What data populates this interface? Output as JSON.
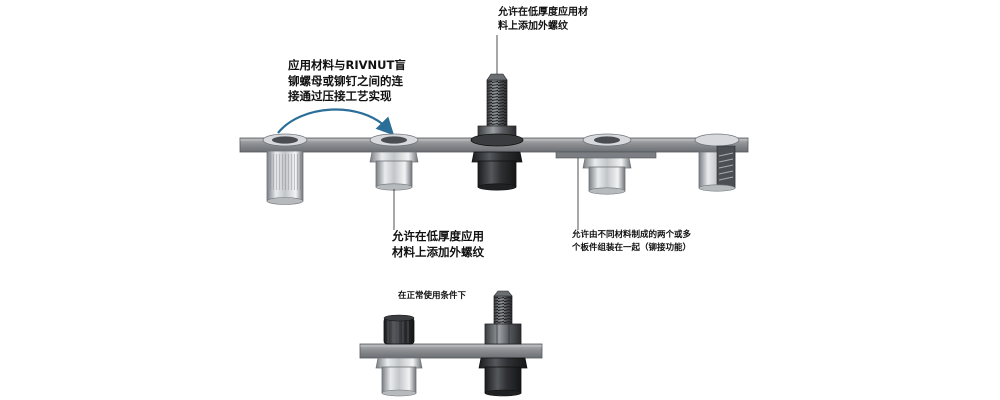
{
  "labels": {
    "top": "允许在低厚度应用材\n料上添加外螺纹",
    "arrow": "应用材料与RIVNUT盲\n铆螺母或铆钉之间的连\n接通过压接工艺实现",
    "mid": "允许在低厚度应用\n材料上添加外螺纹",
    "right": "允许由不同材料制成的两个或多\n个板件组装在一起（铆接功能）",
    "bottom": "在正常使用条件下"
  },
  "colors": {
    "plate": "#8c8e91",
    "plate_edge": "#55585c",
    "metal_light": "#e6e8ea",
    "metal_dark": "#6f7378",
    "black_part": "#2a2c2f",
    "arrow": "#2b6f99"
  }
}
